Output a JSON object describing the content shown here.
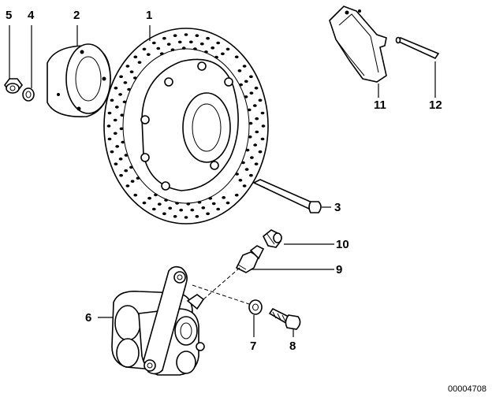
{
  "diagram": {
    "reference_number": "00004708",
    "callouts": [
      {
        "id": "c1",
        "label": "1"
      },
      {
        "id": "c2",
        "label": "2"
      },
      {
        "id": "c3",
        "label": "3"
      },
      {
        "id": "c4",
        "label": "4"
      },
      {
        "id": "c5",
        "label": "5"
      },
      {
        "id": "c6",
        "label": "6"
      },
      {
        "id": "c7",
        "label": "7"
      },
      {
        "id": "c8",
        "label": "8"
      },
      {
        "id": "c9",
        "label": "9"
      },
      {
        "id": "c10",
        "label": "10"
      },
      {
        "id": "c11",
        "label": "11"
      },
      {
        "id": "c12",
        "label": "12"
      }
    ]
  }
}
